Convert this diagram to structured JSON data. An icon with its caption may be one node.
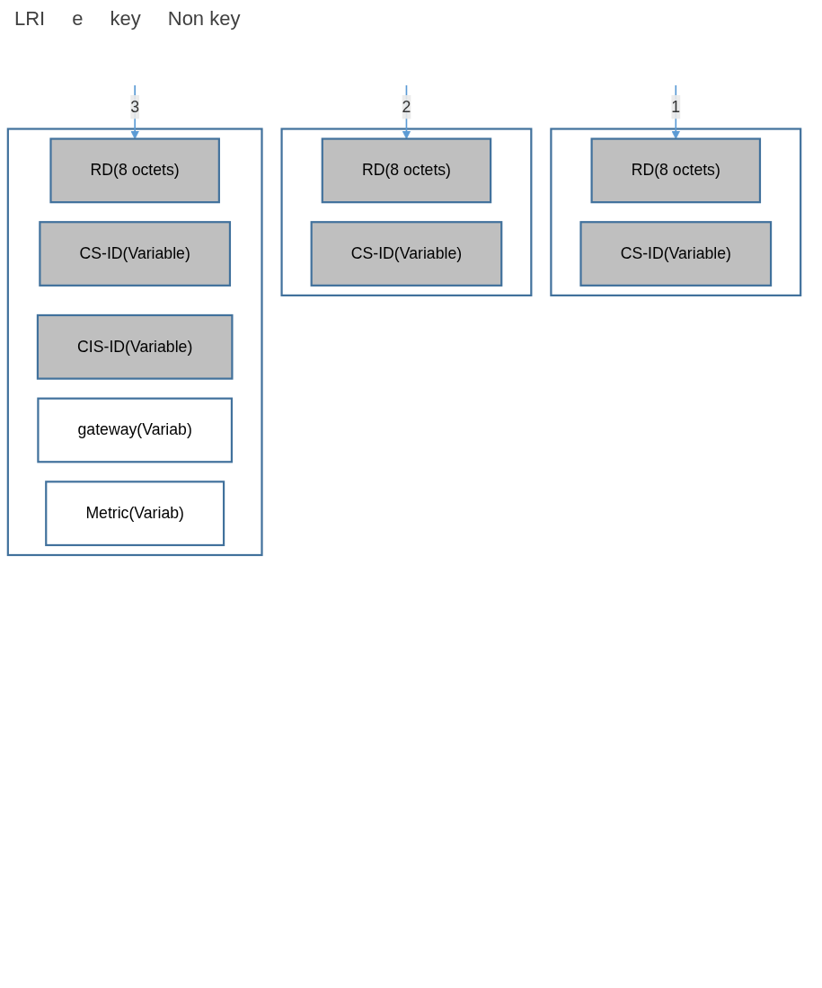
{
  "diagram": {
    "nodes": [
      {
        "text": [],
        "shape": "box"
      },
      {
        "text": [
          "RD(8 octets)"
        ],
        "in": 0
      },
      {
        "text": [
          "CS-ID(Variable)"
        ],
        "in": 0
      },
      {
        "text": [],
        "shape": "box"
      },
      {
        "text": [
          "RD(8 octets)"
        ],
        "in": 3
      },
      {
        "text": [
          "CS-ID(Variable)"
        ],
        "in": 3
      },
      {
        "text": [],
        "shape": "box"
      },
      {
        "text": [
          "RD(8 octets)"
        ],
        "in": 6
      },
      {
        "text": [
          "CS-ID(Variable)"
        ],
        "in": 6
      },
      {
        "text": [
          "CIS-ID(Variable)"
        ],
        "in": 6
      },
      {
        "text": [
          "gateway(Variab)"
        ],
        "in": 6
      },
      {
        "text": [
          "Metric(Variab)"
        ],
        "in": 6
      }
    ],
    "edges": [
      {
        "from": null,
        "to": 1,
        "arrow": "to",
        "label": "1"
      },
      {
        "from": null,
        "to": 4,
        "arrow": "to",
        "label": "2"
      },
      {
        "from": null,
        "to": 7,
        "arrow": "to",
        "label": "3"
      }
    ],
    "labels": [
      "LRI",
      "e",
      "key",
      "Non key"
    ]
  }
}
